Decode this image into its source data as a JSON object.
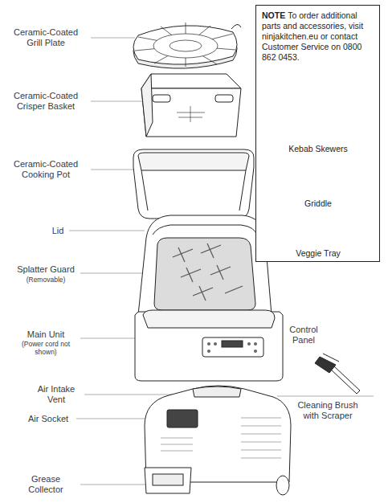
{
  "diagram": {
    "nodes": [
      {
        "text": [
          "NOTE",
          "To order additional parts and accessories, visit ninjakitchen.eu or contact Customer Service on 0800 862 0453.",
          "Kebab Skewers",
          "Griddle",
          "Veggie Tray"
        ]
      }
    ],
    "labels": [
      "Ceramic-Coated Grill Plate",
      "Ceramic-Coated Crisper Basket",
      "Ceramic-Coated Cooking Pot",
      "Lid",
      "Splatter Guard",
      "(Removable)",
      "Main Unit",
      "(Power cord not shown)",
      "Control Panel",
      "Air Intake Vent",
      "Air Socket",
      "Cleaning Brush with Scraper",
      "Grease Collector"
    ]
  }
}
